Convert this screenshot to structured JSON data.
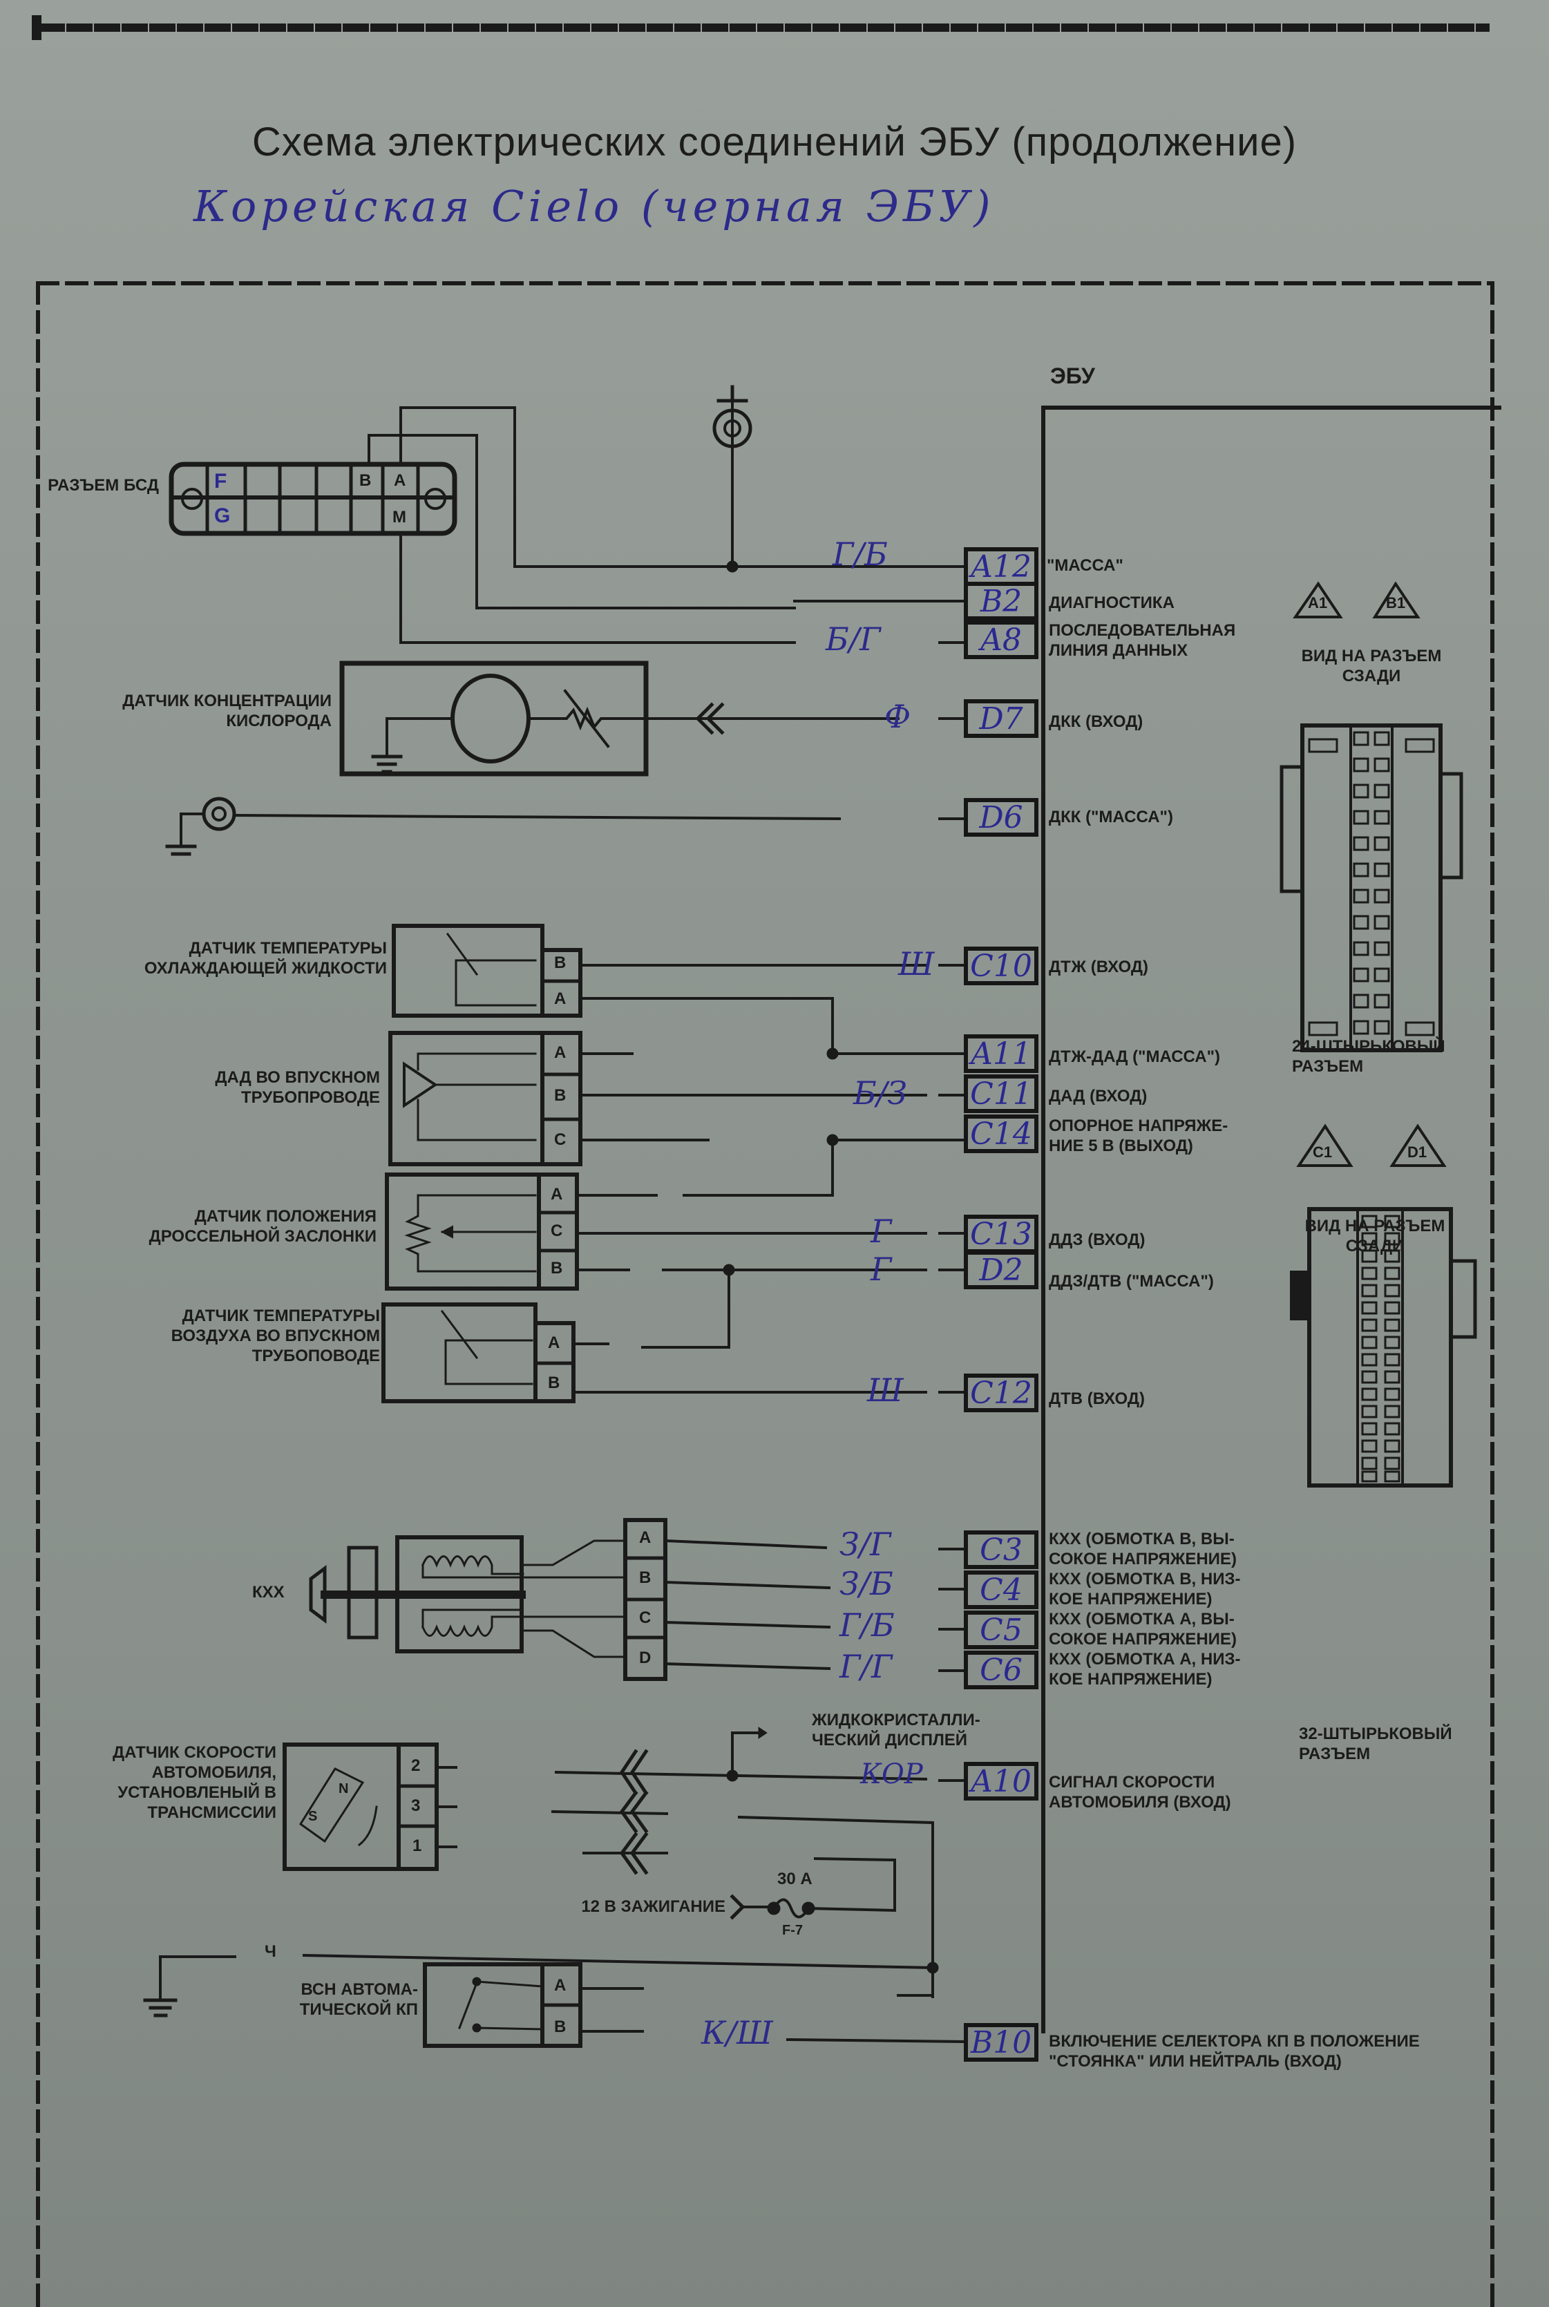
{
  "header": {
    "title": "Схема электрических соединений ЭБУ (продолжение)",
    "handwritten_note": "Корейская Cielo (черная ЭБУ)"
  },
  "ecu": {
    "label": "ЭБУ",
    "pins": [
      {
        "pin": "A12",
        "wire_color": "Г/Б",
        "function": "\"МАССА\""
      },
      {
        "pin": "B2",
        "wire_color": "",
        "function": "ДИАГНОСТИКА"
      },
      {
        "pin": "A8",
        "wire_color": "Б/Г",
        "function": "ПОСЛЕДОВАТЕЛЬНАЯ ЛИНИЯ ДАННЫХ"
      },
      {
        "pin": "D7",
        "wire_color": "Ф",
        "function": "ДКК (ВХОД)"
      },
      {
        "pin": "D6",
        "wire_color": "",
        "function": "ДКК (\"МАССА\")"
      },
      {
        "pin": "C10",
        "wire_color": "Ш",
        "function": "ДТЖ (ВХОД)"
      },
      {
        "pin": "A11",
        "wire_color": "",
        "function": "ДТЖ-ДАД (\"МАССА\")"
      },
      {
        "pin": "C11",
        "wire_color": "Б/З",
        "function": "ДАД (ВХОД)"
      },
      {
        "pin": "C14",
        "wire_color": "",
        "function": "ОПОРНОЕ НАПРЯЖЕ- НИЕ 5 В (ВЫХОД)"
      },
      {
        "pin": "C13",
        "wire_color": "Г",
        "function": "ДДЗ (ВХОД)"
      },
      {
        "pin": "D2",
        "wire_color": "Г",
        "function": "ДДЗ/ДТВ (\"МАССА\")"
      },
      {
        "pin": "C12",
        "wire_color": "Ш",
        "function": "ДТВ (ВХОД)"
      },
      {
        "pin": "C3",
        "wire_color": "З/Г",
        "function": "КХХ (ОБМОТКА В, ВЫ- СОКОЕ НАПРЯЖЕНИЕ)"
      },
      {
        "pin": "C4",
        "wire_color": "З/Б",
        "function": "КХХ (ОБМОТКА В, НИЗ- КОЕ НАПРЯЖЕНИЕ)"
      },
      {
        "pin": "C5",
        "wire_color": "Г/Б",
        "function": "КХХ (ОБМОТКА А, ВЫ- СОКОЕ НАПРЯЖЕНИЕ)"
      },
      {
        "pin": "C6",
        "wire_color": "Г/Г",
        "function": "КХХ (ОБМОТКА А, НИЗ- КОЕ НАПРЯЖЕНИЕ)"
      },
      {
        "pin": "A10",
        "wire_color": "КОР",
        "function": "СИГНАЛ СКОРОСТИ АВТОМОБИЛЯ (ВХОД)"
      },
      {
        "pin": "B10",
        "wire_color": "К/Ш",
        "function": "ВКЛЮЧЕНИЕ СЕЛЕКТОРА КП В ПОЛОЖЕНИЕ \"СТОЯНКА\" ИЛИ НЕЙТРАЛЬ (ВХОД)"
      }
    ]
  },
  "components": {
    "dlc": {
      "label": "РАЗЪЕМ БСД",
      "cells_top": [
        "F",
        "",
        "",
        "",
        "B",
        "A"
      ],
      "cells_bottom": [
        "G",
        "",
        "",
        "",
        "",
        "M"
      ]
    },
    "o2_sensor": {
      "label": "ДАТЧИК КОНЦЕНТРАЦИИ КИСЛОРОДА"
    },
    "coolant_temp": {
      "label": "ДАТЧИК ТЕМПЕРАТУРЫ ОХЛАЖДАЮЩЕЙ ЖИДКОСТИ",
      "pins": [
        "B",
        "A"
      ]
    },
    "map_sensor": {
      "label": "ДАД ВО ВПУСКНОМ ТРУБОПРОВОДЕ",
      "pins": [
        "A",
        "B",
        "C"
      ]
    },
    "tps": {
      "label": "ДАТЧИК ПОЛОЖЕНИЯ ДРОССЕЛЬНОЙ ЗАСЛОНКИ",
      "pins": [
        "A",
        "C",
        "B"
      ]
    },
    "iat": {
      "label": "ДАТЧИК ТЕМПЕРАТУРЫ ВОЗДУХА ВО ВПУСКНОМ ТРУБОПОВОДЕ",
      "pins": [
        "A",
        "B"
      ]
    },
    "iac": {
      "label": "КХХ",
      "pins": [
        "A",
        "B",
        "C",
        "D"
      ]
    },
    "vss": {
      "label": "ДАТЧИК СКОРОСТИ АВТОМОБИЛЯ, УСТАНОВЛЕНЫЙ В ТРАНСМИССИИ",
      "pins": [
        "2",
        "3",
        "1"
      ],
      "magnet_n": "N",
      "magnet_s": "S"
    },
    "lcd": {
      "label": "ЖИДКОКРИСТАЛЛИ- ЧЕСКИЙ ДИСПЛЕЙ"
    },
    "ignition": {
      "label": "12 В ЗАЖИГАНИЕ",
      "fuse_rating": "30 А",
      "fuse_id": "F-7"
    },
    "ground_wire": {
      "color": "Ч"
    },
    "park_neutral": {
      "label": "ВСН АВТОМА- ТИЧЕСКОЙ КП",
      "pins": [
        "A",
        "B"
      ]
    }
  },
  "connector_views": [
    {
      "ids": [
        "A1",
        "B1"
      ],
      "caption": "ВИД НА РАЗЪЕМ СЗАДИ",
      "name": "24-ШТЫРЬКОВЫЙ РАЗЪЕМ"
    },
    {
      "ids": [
        "C1",
        "D1"
      ],
      "caption": "ВИД НА РАЗЪЕМ СЗАДИ",
      "name": "32-ШТЫРЬКОВЫЙ РАЗЪЕМ"
    }
  ]
}
